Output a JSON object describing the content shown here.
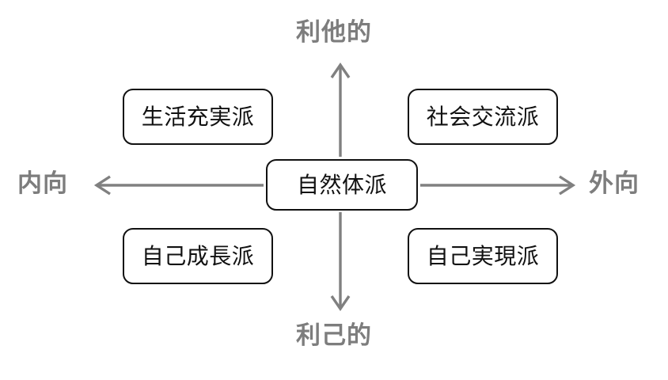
{
  "diagram": {
    "title_text": "",
    "background_color": "#ffffff",
    "axis_color": "#808080",
    "axis_label_color": "#7d7d7d",
    "box_border_color": "#111111",
    "box_fill_color": "#ffffff",
    "box_text_color": "#111111",
    "axes": {
      "vertical": {
        "top_label": "利他的",
        "bottom_label": "利己的"
      },
      "horizontal": {
        "left_label": "内向",
        "right_label": "外向"
      }
    },
    "center_node": {
      "label": "自然体派"
    },
    "quadrants": [
      {
        "position": "top-left",
        "label": "生活充実派"
      },
      {
        "position": "top-right",
        "label": "社会交流派"
      },
      {
        "position": "bottom-left",
        "label": "自己成長派"
      },
      {
        "position": "bottom-right",
        "label": "自己実現派"
      }
    ]
  }
}
